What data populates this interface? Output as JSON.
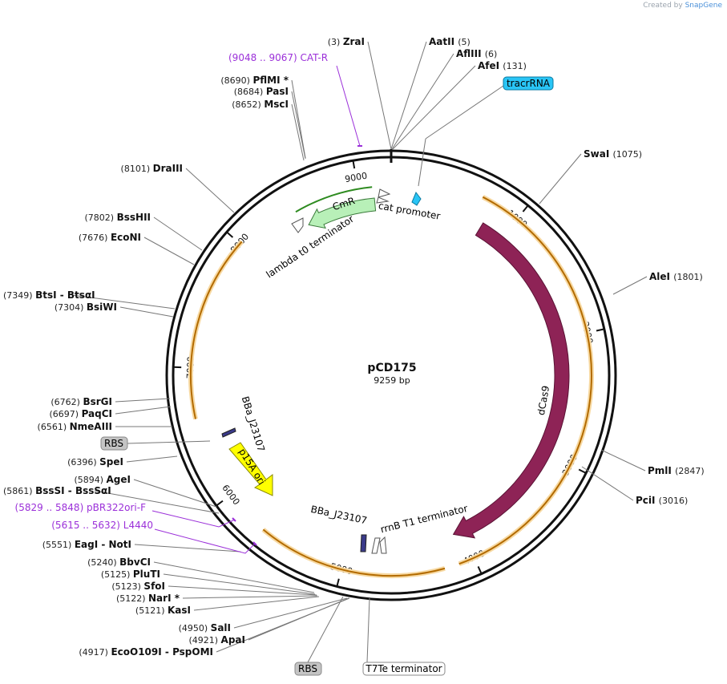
{
  "brand": {
    "created_by": "Created by",
    "name": "SnapGene"
  },
  "plasmid": {
    "name": "pCD175",
    "size": "9259 bp"
  },
  "colors": {
    "backbone": "#111111",
    "dcas9": "#8e2356",
    "cmr": "#b8f0b8",
    "ori": "#ffff00",
    "tracr": "#29c5f6",
    "orange": "#f0a030",
    "primer": "#9b30d9"
  },
  "tick_labels": [
    "1000",
    "2000",
    "3000",
    "4000",
    "5000",
    "6000",
    "7000",
    "8000",
    "9000"
  ],
  "features": {
    "dcas9": "dCas9",
    "cmr": "CmR",
    "p15a": "p15A ori",
    "cat_promoter": "cat promoter",
    "lambda_term": "lambda t0 terminator",
    "rrnb_term": "rrnB T1 terminator",
    "bba1": "BBa_J23107",
    "bba2": "BBa_J23107",
    "tracr": "tracrRNA",
    "rbs1": "RBS",
    "rbs2": "RBS",
    "t7te": "T7Te terminator"
  },
  "primers": [
    {
      "pos": "(9048 .. 9067)",
      "name": "CAT-R"
    },
    {
      "pos": "(5829 .. 5848)",
      "name": "pBR322ori-F"
    },
    {
      "pos": "(5615 .. 5632)",
      "name": "L4440"
    }
  ],
  "enzymes_left": [
    {
      "pos": "(3)",
      "name": "ZraI"
    },
    {
      "pos": "(8690)",
      "name": "PflMI *"
    },
    {
      "pos": "(8684)",
      "name": "PasI"
    },
    {
      "pos": "(8652)",
      "name": "MscI"
    },
    {
      "pos": "(8101)",
      "name": "DraIII"
    },
    {
      "pos": "(7802)",
      "name": "BssHII"
    },
    {
      "pos": "(7676)",
      "name": "EcoNI"
    },
    {
      "pos": "(7349)",
      "name": "BtsI",
      "extra": "BtsαI"
    },
    {
      "pos": "(7304)",
      "name": "BsiWI"
    },
    {
      "pos": "(6762)",
      "name": "BsrGI"
    },
    {
      "pos": "(6697)",
      "name": "PaqCI"
    },
    {
      "pos": "(6561)",
      "name": "NmeAIII"
    },
    {
      "pos": "(6396)",
      "name": "SpeI"
    },
    {
      "pos": "(5894)",
      "name": "AgeI"
    },
    {
      "pos": "(5861)",
      "name": "BssSI",
      "extra": "BssSαI"
    },
    {
      "pos": "(5551)",
      "name": "EagI",
      "extra": "NotI"
    },
    {
      "pos": "(5240)",
      "name": "BbvCI"
    },
    {
      "pos": "(5125)",
      "name": "PluTI"
    },
    {
      "pos": "(5123)",
      "name": "SfoI"
    },
    {
      "pos": "(5122)",
      "name": "NarI *"
    },
    {
      "pos": "(5121)",
      "name": "KasI"
    },
    {
      "pos": "(4950)",
      "name": "SalI"
    },
    {
      "pos": "(4921)",
      "name": "ApaI"
    },
    {
      "pos": "(4917)",
      "name": "EcoO109I",
      "extra": "PspOMI"
    }
  ],
  "enzymes_right": [
    {
      "name": "AatII",
      "pos": "(5)"
    },
    {
      "name": "AflIII",
      "pos": "(6)"
    },
    {
      "name": "AfeI",
      "pos": "(131)"
    },
    {
      "name": "SwaI",
      "pos": "(1075)"
    },
    {
      "name": "AleI",
      "pos": "(1801)"
    },
    {
      "name": "PmlI",
      "pos": "(2847)"
    },
    {
      "name": "PciI",
      "pos": "(3016)"
    }
  ]
}
